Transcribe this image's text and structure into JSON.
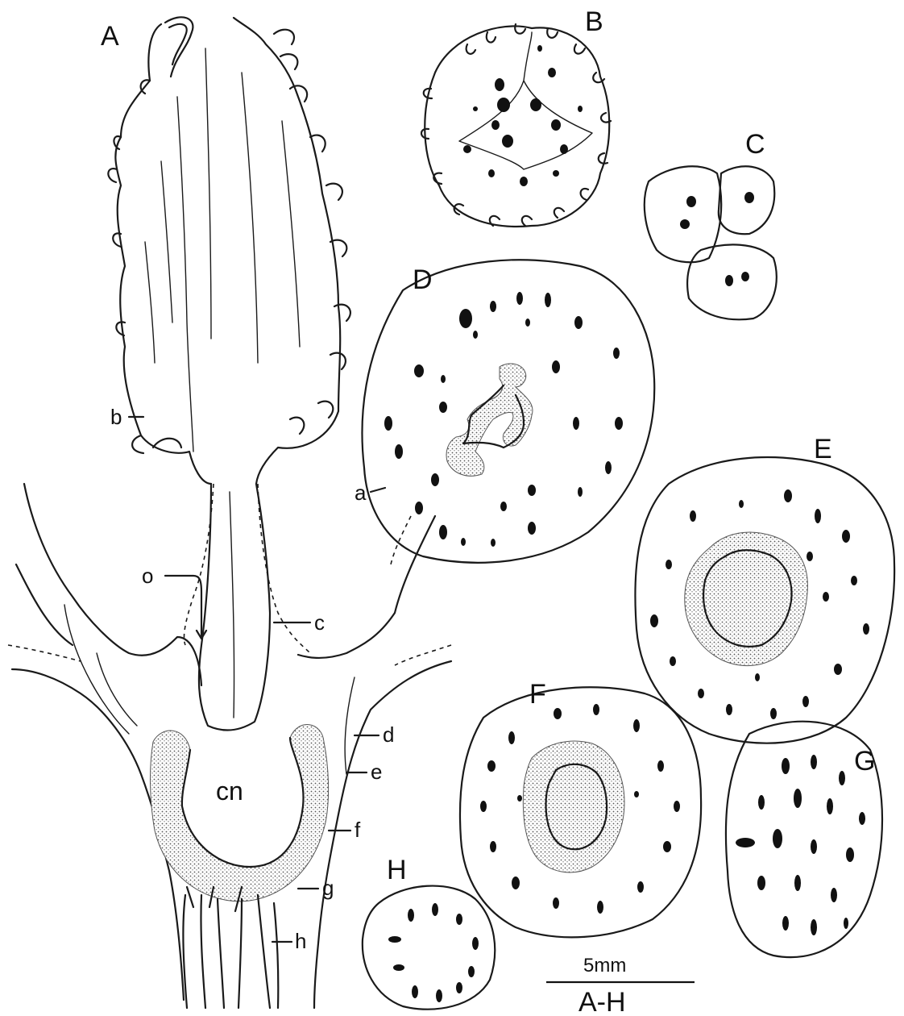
{
  "panels": {
    "A": "A",
    "B": "B",
    "C": "C",
    "D": "D",
    "E": "E",
    "F": "F",
    "G": "G",
    "H": "H"
  },
  "pointer_labels": {
    "a": "a",
    "b": "b",
    "c": "c",
    "d": "d",
    "e": "e",
    "f": "f",
    "g": "g",
    "h": "h",
    "o": "o",
    "cn": "cn"
  },
  "scale_bar": {
    "length_text": "5mm",
    "applies_to": "A-H"
  },
  "colors": {
    "ink": "#1a1a1a",
    "paper": "#ffffff",
    "stipple": "#555555"
  }
}
